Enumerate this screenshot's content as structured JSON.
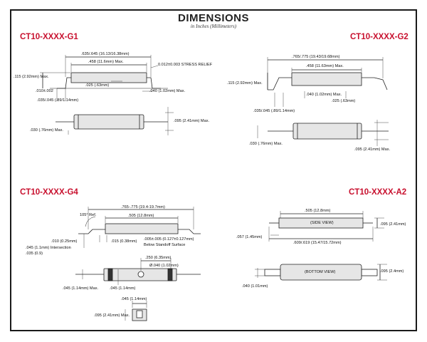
{
  "header": {
    "title": "DIMENSIONS",
    "subtitle": "in Inches (Millimeters)"
  },
  "colors": {
    "part_number": "#c8102e",
    "line": "#222222",
    "body_fill": "#e6e6e6",
    "frame": "#1a1a1a"
  },
  "g1": {
    "name": "CT10-XXXX-G1",
    "dims": {
      "overall": ".635/.645 (16.13/16.38mm)",
      "body": ".458 (11.6mm) Max.",
      "stress": "0.012±0.003 STRESS RELIEF",
      "height": ".115 (2.92mm) Max.",
      "standoff": ".010±.002",
      "lead_pitch": ".035/.045 (.89/1.14mm)",
      "foot": ".025 (.63mm)",
      "lead": ".040 (1.02mm) Max.",
      "top_wire": ".030 (.76mm) Max.",
      "top_width": ".095 (2.41mm) Max."
    }
  },
  "g2": {
    "name": "CT10-XXXX-G2",
    "dims": {
      "overall": ".765/.775 (19.43/19.68mm)",
      "body": ".458 (11.63mm) Max.",
      "height": ".115 (2.92mm) Max.",
      "lead": ".040 (1.02mm) Max.",
      "foot": ".025 (.63mm)",
      "lead_pitch": ".035/.045 (.89/1.14mm)",
      "top_wire": ".030 (.76mm) Max.",
      "top_width": ".095 (2.41mm) Max."
    }
  },
  "g4": {
    "name": "CT10-XXXX-G4",
    "dims": {
      "angle": "105° Ref.",
      "overall": ".765-.775 (19.4-19.7mm)",
      "body": ".505 (12.8mm)",
      "lead_thick": ".010 (0.25mm)",
      "intersection_a": ".045 (1.1mm) Intersection",
      "intersection_b": ".035 (0.9)",
      "foot": ".015 (0.38mm)",
      "standoff_a": ".005±.005 (0.127±0.127mm)",
      "standoff_b": "Below Standoff Surface",
      "band_pitch": ".250 (6.35mm)",
      "hole": "Ø.040 (1.02mm)",
      "lead_w1": ".045 (1.14mm) Max.",
      "lead_w2": ".045 (1.14mm)",
      "end_w": ".045 (1.14mm)",
      "end_h": ".095 (2.41mm) Max."
    }
  },
  "a2": {
    "name": "CT10-XXXX-A2",
    "dims": {
      "body": ".505 (12.8mm)",
      "side_view": "(SIDE VIEW)",
      "height": ".095 (2.41mm)",
      "lead_gap": ".057 (1.45mm)",
      "overall": ".609/.619 (15.47/15.72mm)",
      "bottom_view": "(BOTTOM VIEW)",
      "width": ".095 (2.4mm)",
      "lead": ".040 (1.01mm)"
    }
  }
}
